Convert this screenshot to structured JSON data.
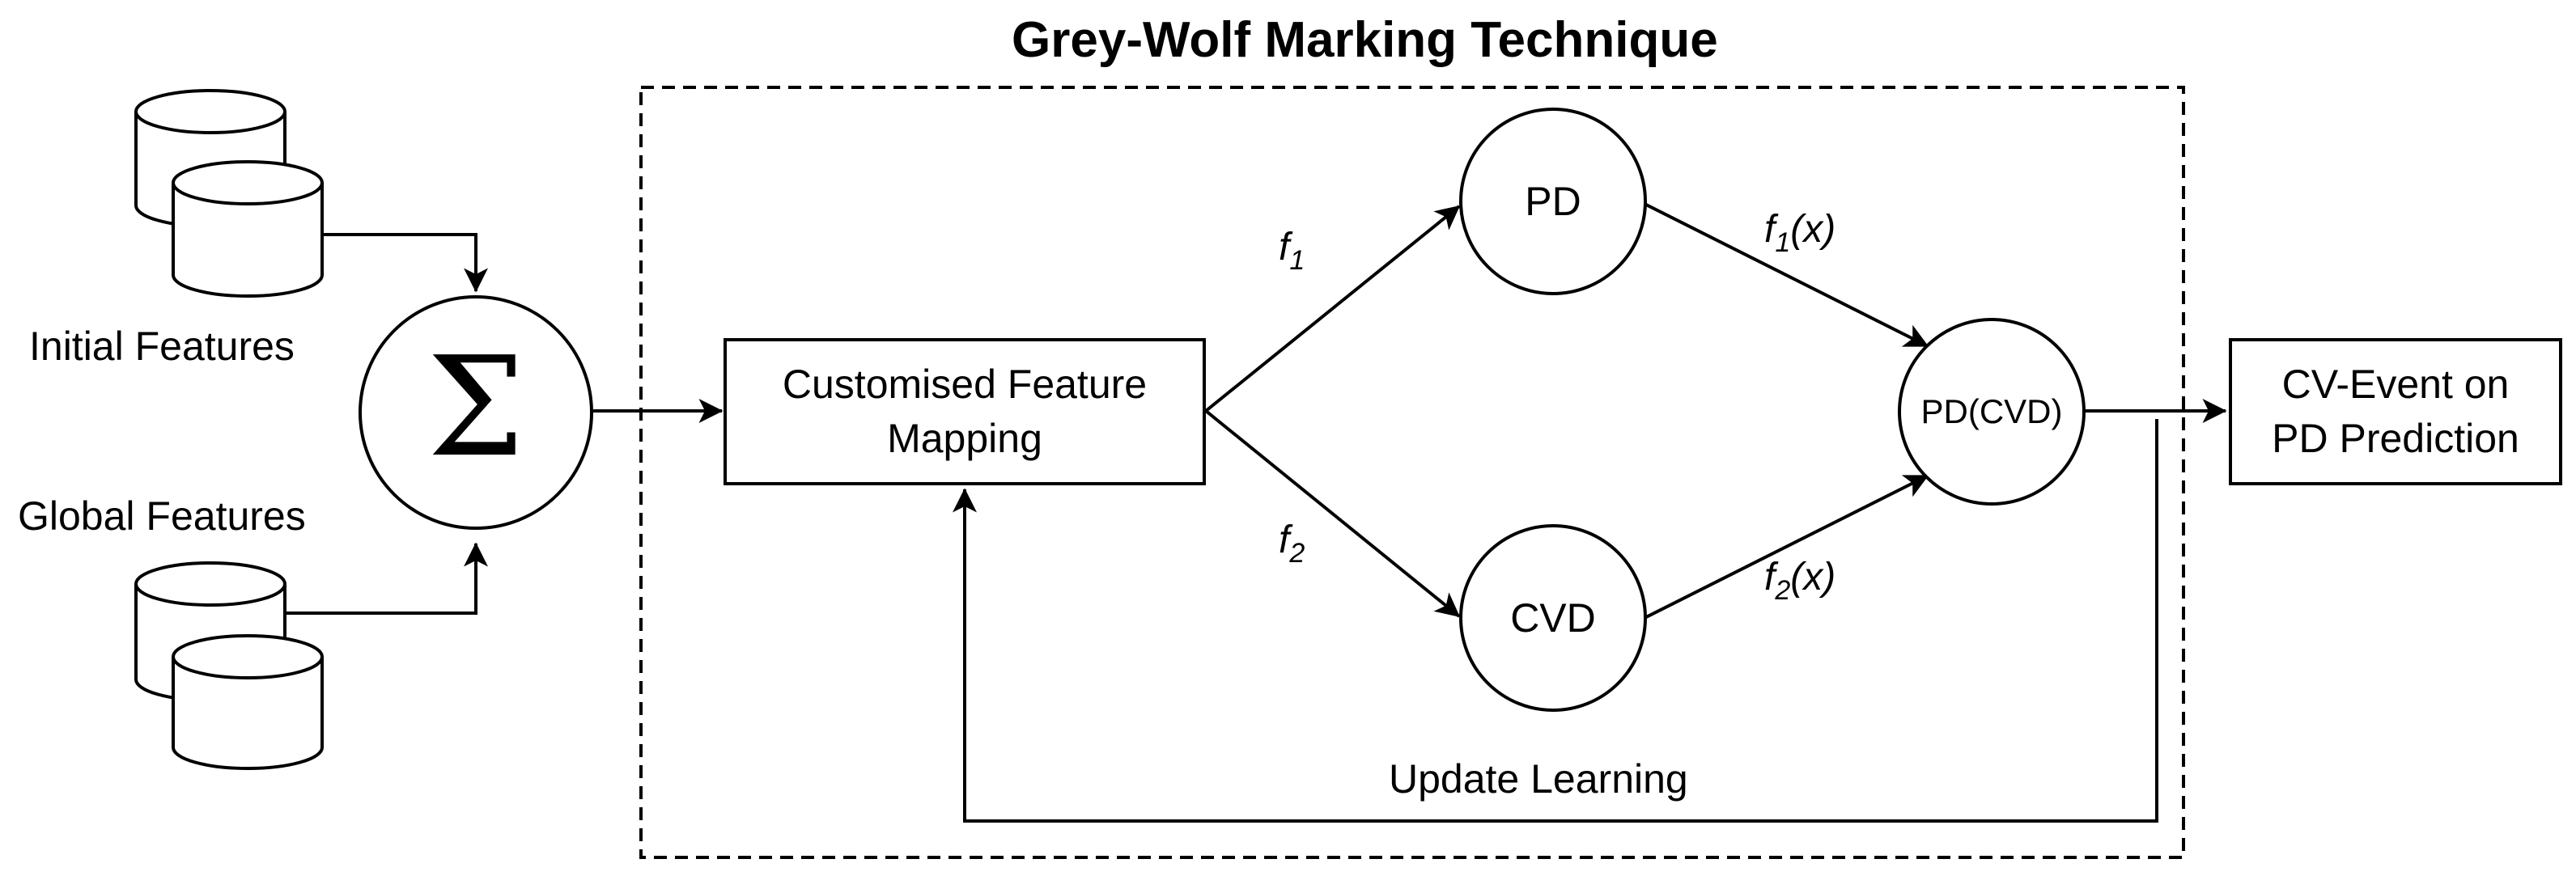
{
  "title": "Grey-Wolf Marking Technique",
  "inputs": {
    "initial_label": "Initial Features",
    "global_label": "Global Features"
  },
  "sum_symbol": "Σ",
  "mapping_box": {
    "line1": "Customised Feature",
    "line2": "Mapping"
  },
  "nodes": {
    "pd": "PD",
    "cvd": "CVD",
    "combined": "PD(CVD)"
  },
  "edges": {
    "f1": {
      "base": "f",
      "sub": "1",
      "suffix": ""
    },
    "f2": {
      "base": "f",
      "sub": "2",
      "suffix": ""
    },
    "f1x": {
      "base": "f",
      "sub": "1",
      "suffix": "(x)"
    },
    "f2x": {
      "base": "f",
      "sub": "2",
      "suffix": "(x)"
    }
  },
  "feedback_label": "Update Learning",
  "output_box": {
    "line1": "CV-Event on",
    "line2": "PD Prediction"
  }
}
